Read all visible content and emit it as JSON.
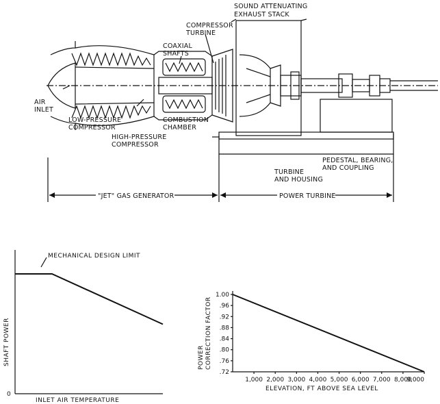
{
  "engine": {
    "labels": {
      "sound_stack": [
        "SOUND ATTENUATING",
        "EXHAUST STACK"
      ],
      "compressor_turbine": [
        "COMPRESSOR",
        "TURBINE"
      ],
      "coaxial_shafts": [
        "COAXIAL",
        "SHAFTS"
      ],
      "air_inlet": [
        "AIR",
        "INLET"
      ],
      "lp_compressor": [
        "LOW-PRESSURE",
        "COMPRESSOR"
      ],
      "combustion_chamber": [
        "COMBUSTION",
        "CHAMBER"
      ],
      "hp_compressor": [
        "HIGH-PRESSURE",
        "COMPRESSOR"
      ],
      "pedestal": [
        "PEDESTAL, BEARING,",
        "AND COUPLING"
      ],
      "turbine_housing": [
        "TURBINE",
        "AND HOUSING"
      ],
      "jet_gas_generator": "\"JET\" GAS GENERATOR",
      "power_turbine": "POWER TURBINE"
    }
  },
  "chart_data": [
    {
      "type": "line",
      "title": "",
      "xlabel": "INLET AIR TEMPERATURE",
      "ylabel": "SHAFT POWER",
      "origin_label": "0",
      "annotation": "MECHANICAL DESIGN LIMIT",
      "series": [
        {
          "x": [
            0,
            0.25,
            1.0
          ],
          "y": [
            1.0,
            1.0,
            0.58
          ]
        }
      ],
      "xlim": [
        0,
        1
      ],
      "ylim": [
        0,
        1.2
      ]
    },
    {
      "type": "line",
      "title": "",
      "xlabel": "ELEVATION, FT ABOVE SEA LEVEL",
      "ylabel": [
        "POWER",
        "CORRECTION FACTOR"
      ],
      "x_ticks": [
        "1,000",
        "2,000",
        "3,000",
        "4,000",
        "5,000",
        "6,000",
        "7,000",
        "8,000",
        "9,000"
      ],
      "y_ticks": [
        "1.00",
        ".96",
        ".92",
        ".88",
        ".84",
        ".80",
        ".76",
        ".72"
      ],
      "series": [
        {
          "x": [
            0,
            9000
          ],
          "y": [
            1.0,
            0.72
          ]
        }
      ],
      "xlim": [
        0,
        9000
      ],
      "ylim": [
        0.72,
        1.0
      ]
    }
  ]
}
